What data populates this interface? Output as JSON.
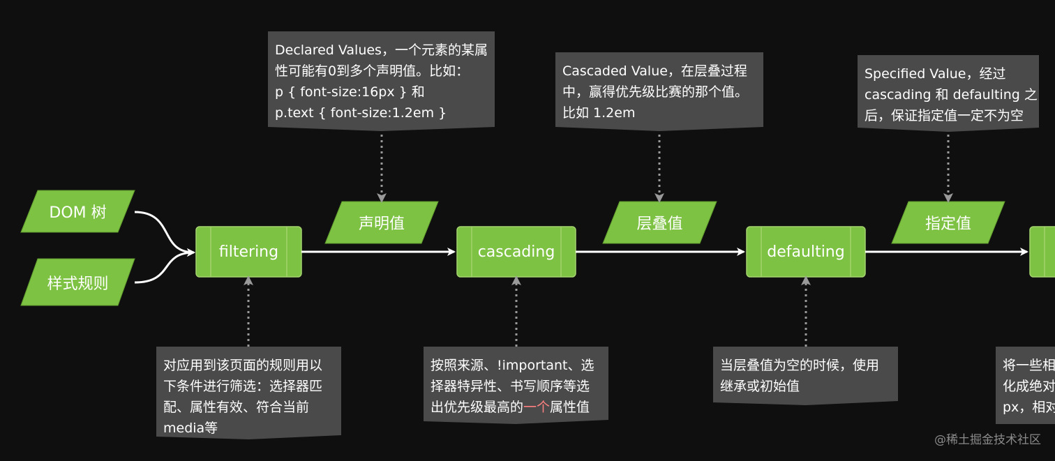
{
  "inputs": [
    {
      "label": "DOM 树"
    },
    {
      "label": "样式规则"
    }
  ],
  "processes": [
    {
      "label": "filtering"
    },
    {
      "label": "cascading"
    },
    {
      "label": "defaulting"
    }
  ],
  "values": [
    {
      "label": "声明值"
    },
    {
      "label": "层叠值"
    },
    {
      "label": "指定值"
    }
  ],
  "top_notes": [
    {
      "lines": [
        "Declared Values，一个元素的某属",
        "性可能有0到多个声明值。比如：",
        "p { font-size:16px } 和",
        "p.text { font-size:1.2em }"
      ]
    },
    {
      "lines": [
        "Cascaded Value，在层叠过程",
        "中，赢得优先级比赛的那个值。",
        "比如 1.2em"
      ]
    },
    {
      "lines": [
        "Specified Value，经过",
        "cascading 和 defaulting 之",
        "后，保证指定值一定不为空"
      ]
    }
  ],
  "bottom_notes": [
    {
      "lines": [
        "对应用到该页面的规则用以",
        "下条件进行筛选：选择器匹",
        "配、属性有效、符合当前",
        "media等"
      ]
    },
    {
      "line1": "按照来源、!important、选",
      "line2": "择器特异性、书写顺序等选",
      "line3_pre": "出优先级最高的",
      "line3_hl": "一个",
      "line3_post": "属性值"
    },
    {
      "lines": [
        "当层叠值为空的时候，使用",
        "继承或初始值"
      ]
    },
    {
      "lines": [
        "将一些相",
        "化成绝对",
        "px，相对"
      ]
    }
  ],
  "watermark": "@稀土掘金技术社区",
  "colors": {
    "background": "#0f0f0f",
    "green_fill": "#7dc242",
    "green_stroke": "#5f9a2d",
    "note_fill": "#4a4a4a",
    "arrow": "#ffffff",
    "dotted_arrow": "#9a9a9a",
    "highlight": "#ff8080"
  }
}
